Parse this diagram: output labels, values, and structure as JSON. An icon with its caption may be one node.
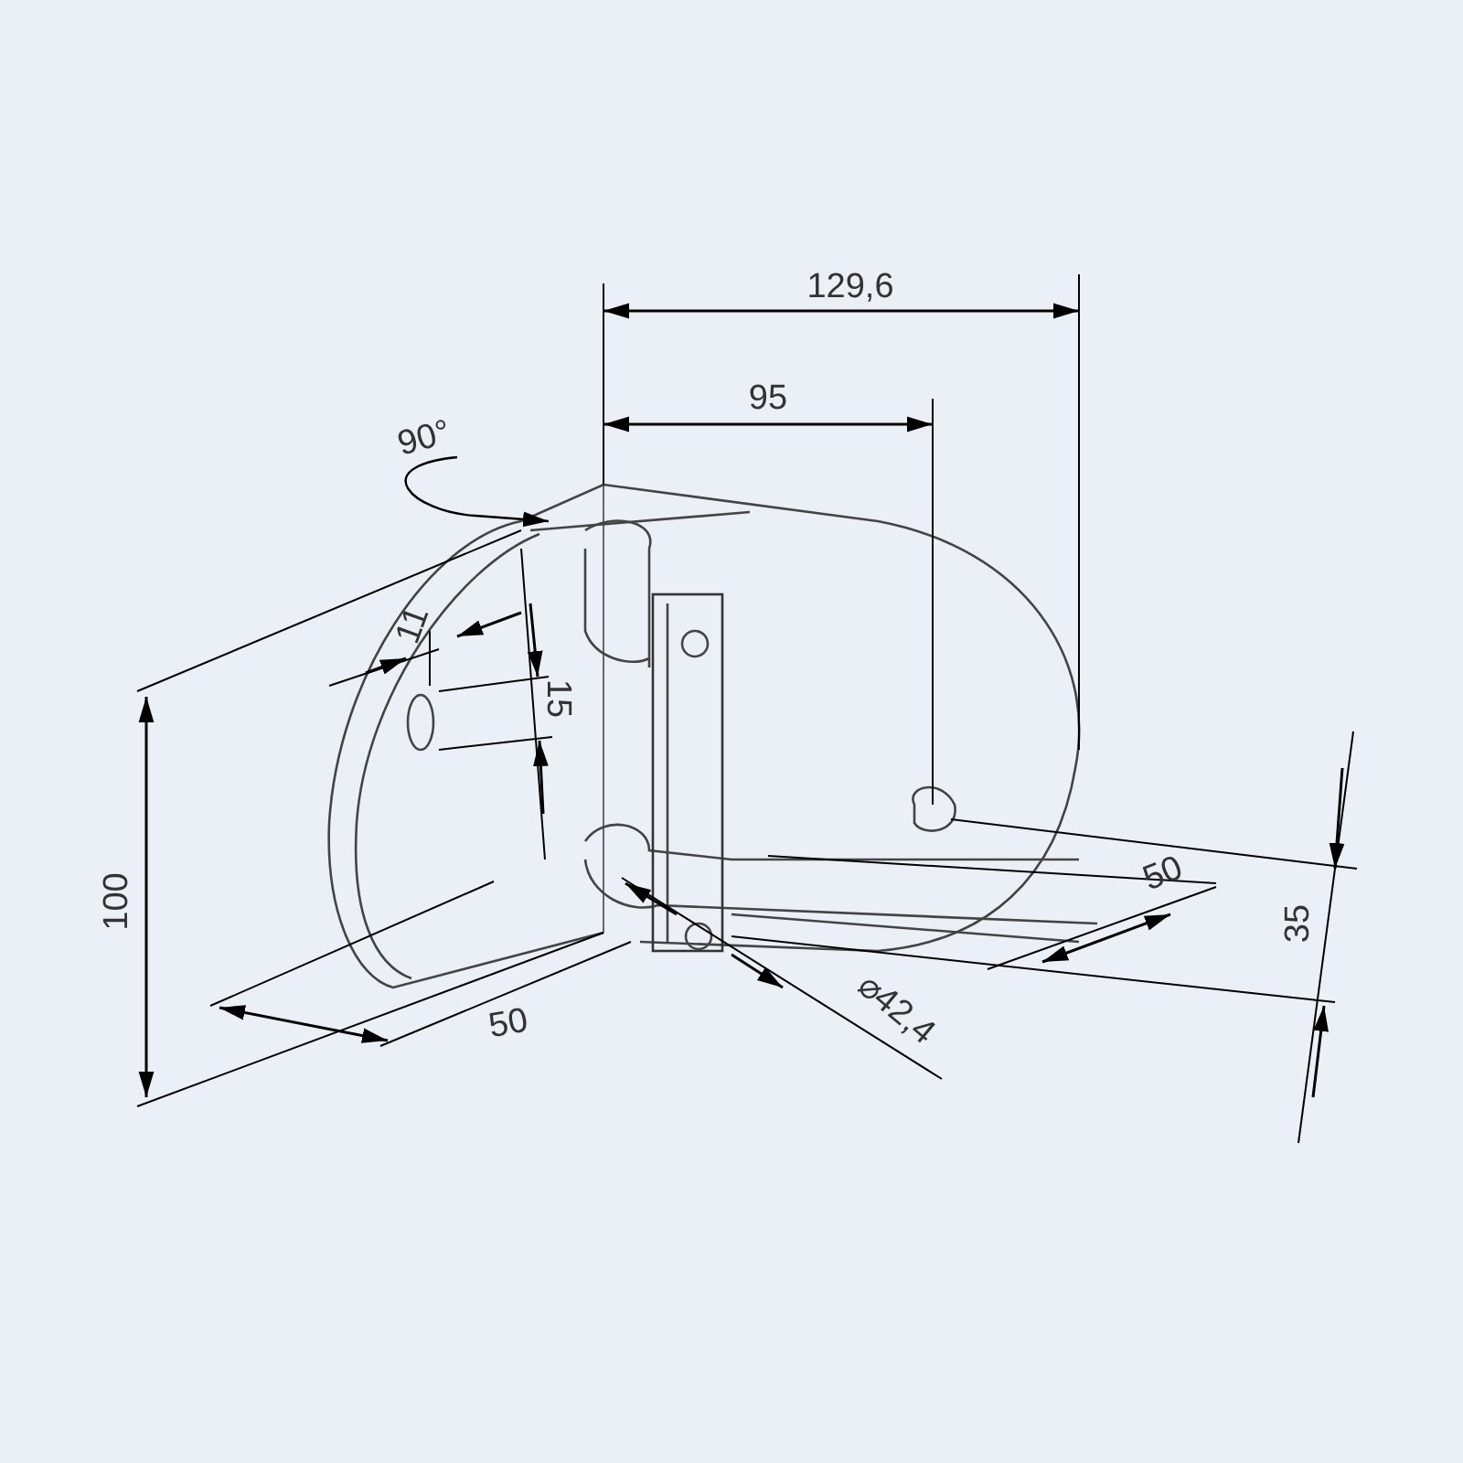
{
  "diagram": {
    "labels": [
      "129,6",
      "95",
      "90°",
      "11",
      "15",
      "50",
      "100",
      "35",
      "⌀42,4",
      "50"
    ]
  }
}
